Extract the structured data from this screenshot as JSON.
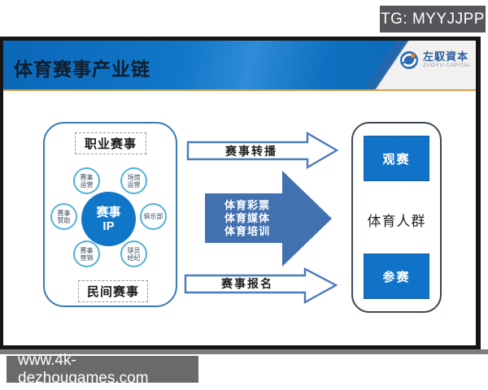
{
  "watermarks": {
    "tg": "TG: MYYJJPP",
    "url": "www.4k-dezhougames.com"
  },
  "header": {
    "title": "体育赛事产业链",
    "logo": {
      "name": "左馭資本",
      "subtitle": "ZUOYU CAPITAL"
    }
  },
  "diagram": {
    "left_panel": {
      "top_label": "职业赛事",
      "bottom_label": "民间赛事",
      "hub": {
        "line1": "赛事",
        "line2": "IP"
      },
      "satellites": [
        {
          "l1": "赛事",
          "l2": "运营"
        },
        {
          "l1": "场馆",
          "l2": "运营"
        },
        {
          "l1": "赛事",
          "l2": "赞助"
        },
        {
          "l1": "俱乐部",
          "l2": ""
        },
        {
          "l1": "赛事",
          "l2": "营销"
        },
        {
          "l1": "球员",
          "l2": "经纪"
        }
      ]
    },
    "arrows": {
      "top": "赛事转播",
      "middle": [
        "体育彩票",
        "体育媒体",
        "体育培训"
      ],
      "bottom": "赛事报名"
    },
    "right_panel": {
      "top_button": "观赛",
      "label": "体育人群",
      "bottom_button": "参赛"
    }
  },
  "colors": {
    "header_blue": "#1177c8",
    "hub_blue": "#0f76c8",
    "button_blue": "#1173c8",
    "big_arrow_blue": "#4271b1",
    "outline_arrow_stroke": "#4a7abf",
    "orange_accent": "#cfa04f",
    "watermark_gray": "#55565a"
  }
}
